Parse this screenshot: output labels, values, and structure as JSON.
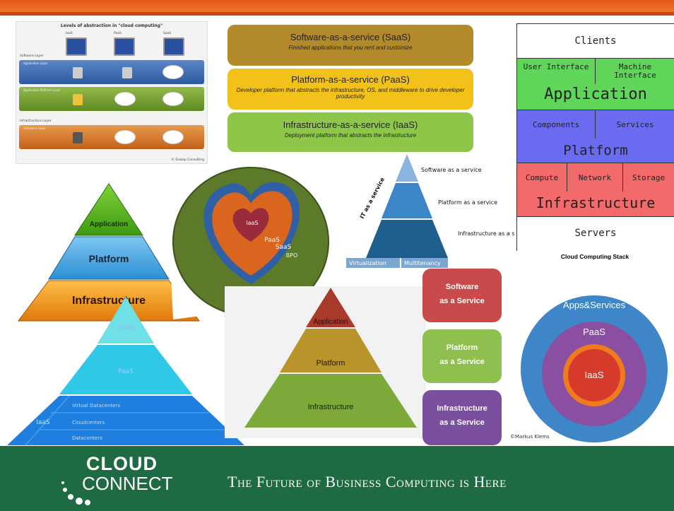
{
  "collage_title": "Levels of abstraction in \"cloud computing\"",
  "collage_tabs": [
    "IaaS",
    "PaaS",
    "SaaS"
  ],
  "collage_layers": [
    "Software Layer",
    "Application Layer",
    "Application Platform Layer",
    "Infrastructure Layer",
    "Hardware Layer"
  ],
  "collage_credit": "© Enalap Consulting",
  "service_boxes": [
    {
      "heading": "Software-as-a-service (SaaS)",
      "sub": "Finished applications that you rent and customize",
      "color": "#b38a2a"
    },
    {
      "heading": "Platform-as-a-service (PaaS)",
      "sub": "Developer platform that abstracts the infrastructure, OS, and middleware to drive developer productivity",
      "color": "#f3c21a"
    },
    {
      "heading": "Infrastructure-as-a-service (IaaS)",
      "sub": "Deployment platform that abstracts the infrastructure",
      "color": "#8ec64a"
    }
  ],
  "stack": {
    "clients": "Clients",
    "user_interface": "User Interface",
    "machine_interface": "Machine Interface",
    "application": "Application",
    "components": "Components",
    "services": "Services",
    "platform": "Platform",
    "compute": "Compute",
    "network": "Network",
    "storage": "Storage",
    "infrastructure": "Infrastructure",
    "servers": "Servers",
    "caption": "Cloud Computing Stack"
  },
  "pyramid_left": {
    "application": "Application",
    "platform": "Platform",
    "infrastructure": "Infrastructure"
  },
  "heart": {
    "iaas": "IaaS",
    "paas": "PaaS",
    "saas": "SaaS",
    "bpo": "BPO"
  },
  "blue_pyramid": {
    "software": "Software as a service",
    "platform": "Platform as a service",
    "infrastructure": "Infrastructure as a service",
    "side": "IT as a service",
    "virtualization": "Virtualization",
    "multitenancy": "Multitenancy"
  },
  "cyan_pyramid": {
    "saas": "SaaS",
    "paas": "PaaS",
    "iaas": "IaaS",
    "rows": [
      "Virtual Datacenters",
      "Cloudcenters",
      "Datacenters"
    ]
  },
  "mid_pyramid": {
    "application": "Application",
    "platform": "Platform",
    "infrastructure": "Infrastructure"
  },
  "tiles": [
    {
      "line1": "Software",
      "line2": "as a Service",
      "color": "#c84a4a"
    },
    {
      "line1": "Platform",
      "line2": "as a Service",
      "color": "#8fbf4e"
    },
    {
      "line1": "Infrastructure",
      "line2": "as a Service",
      "color": "#7a4f9e"
    }
  ],
  "tiles_credit": "©Markus Klems",
  "circles": {
    "outer": "Apps&Services",
    "middle": "PaaS",
    "inner": "IaaS"
  },
  "footer": {
    "logo_line1": "CLOUD",
    "logo_line2": "CONNECT",
    "tagline": "The Future of Business Computing is Here"
  }
}
